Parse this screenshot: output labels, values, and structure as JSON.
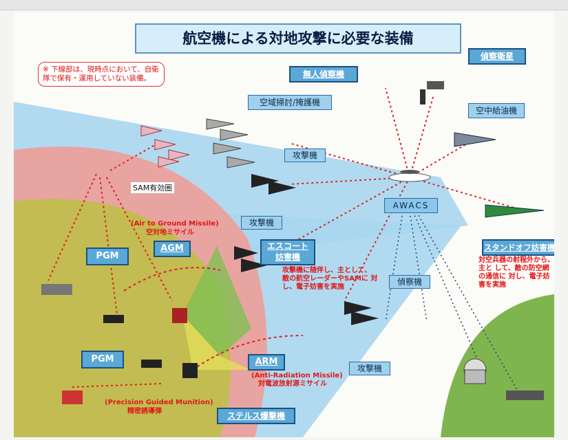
{
  "title": "航空機による対地攻撃に必要な装備",
  "note": "※ 下線部は、現時点において、自衛隊で保有・運用していない装備。",
  "labels": {
    "unmanned_recon": "無人偵察機",
    "recon_satellite": "偵察衛星",
    "air_sweep": "空域掃討/掩護機",
    "tanker": "空中給油機",
    "sam_zone": "SAM有効圏",
    "attack_1": "攻撃機",
    "attack_2": "攻撃機",
    "attack_3": "攻撃機",
    "awacs": "AWACS",
    "agm_en": "(Air to Ground Missile)",
    "agm_jp": "空対地ミサイル",
    "agm": "AGM",
    "pgm_1": "PGM",
    "pgm_2": "PGM",
    "escort_jammer": "エスコート 妨害機",
    "escort_desc": "攻撃機に随伴し、主として、 敵の航空レーダーやSAMに 対し、電子妨害を実施",
    "recon_aircraft": "偵察機",
    "standoff_jammer": "スタンドオフ妨害機",
    "standoff_desc": "対空兵器の射程外から、主と して、敵の防空網の通信に 対し、電子妨害を実施",
    "arm": "ARM",
    "arm_en": "(Anti-Radiation Missile)",
    "arm_jp": "対電波放射源ミサイル",
    "pgm_en": "(Precision Guided Munition)",
    "pgm_jp": "精密誘導弾",
    "stealth": "ステルス爆撃機"
  },
  "colors": {
    "sky_blue": "#a9d6ef",
    "sam_pink": "#e8a4a0",
    "ground_green": "#8ec35b",
    "awacs_box": "#5aa8d6",
    "underline_red": "#dd1111"
  }
}
